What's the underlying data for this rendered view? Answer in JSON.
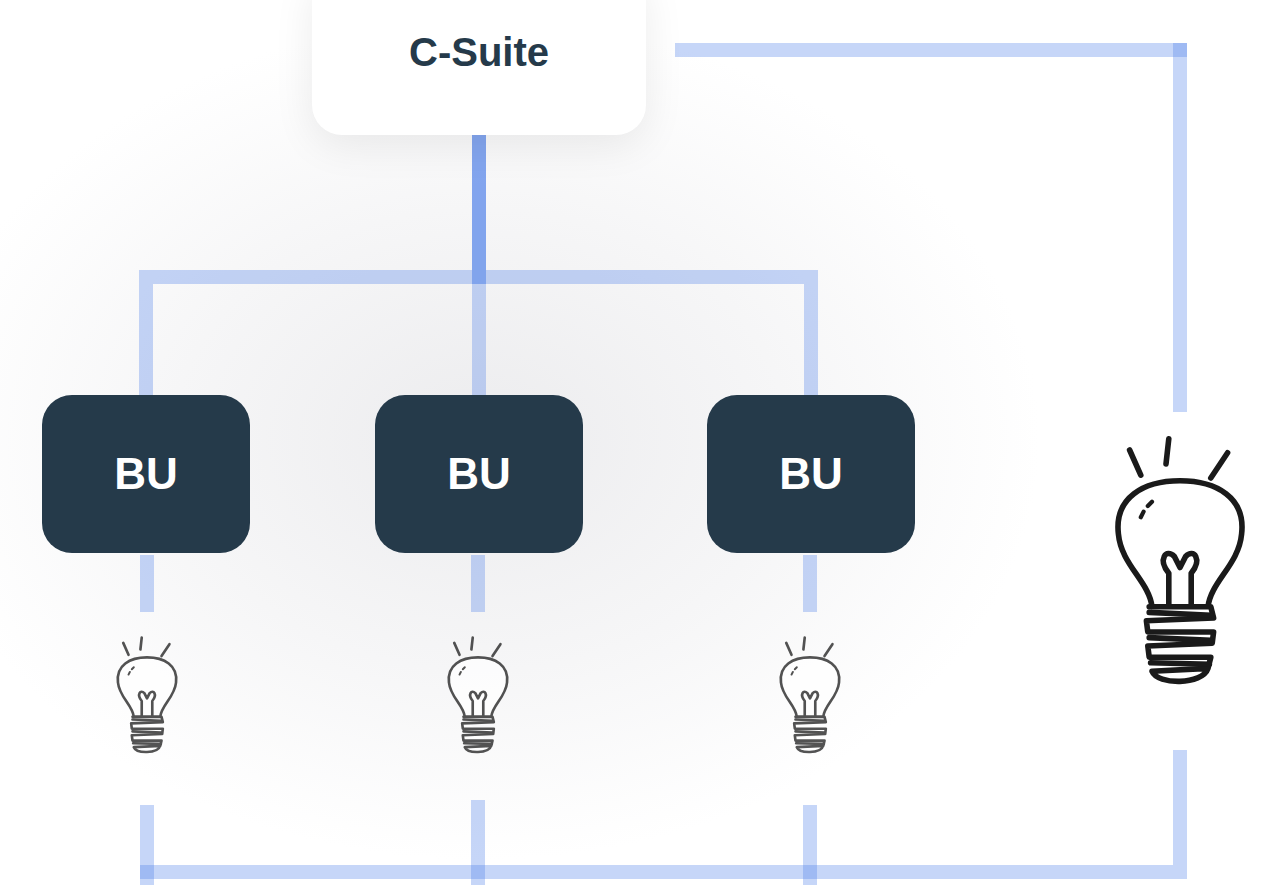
{
  "diagram": {
    "nodes": [
      {
        "text": [
          "C-Suite"
        ]
      },
      {
        "text": [
          "BU"
        ]
      },
      {
        "text": [
          "BU"
        ]
      },
      {
        "text": [
          "BU"
        ]
      }
    ],
    "edges": [
      {
        "from": 0,
        "to": 1,
        "arrow": "none"
      },
      {
        "from": 0,
        "to": 2,
        "arrow": "none"
      },
      {
        "from": 0,
        "to": 3,
        "arrow": "none"
      }
    ]
  }
}
